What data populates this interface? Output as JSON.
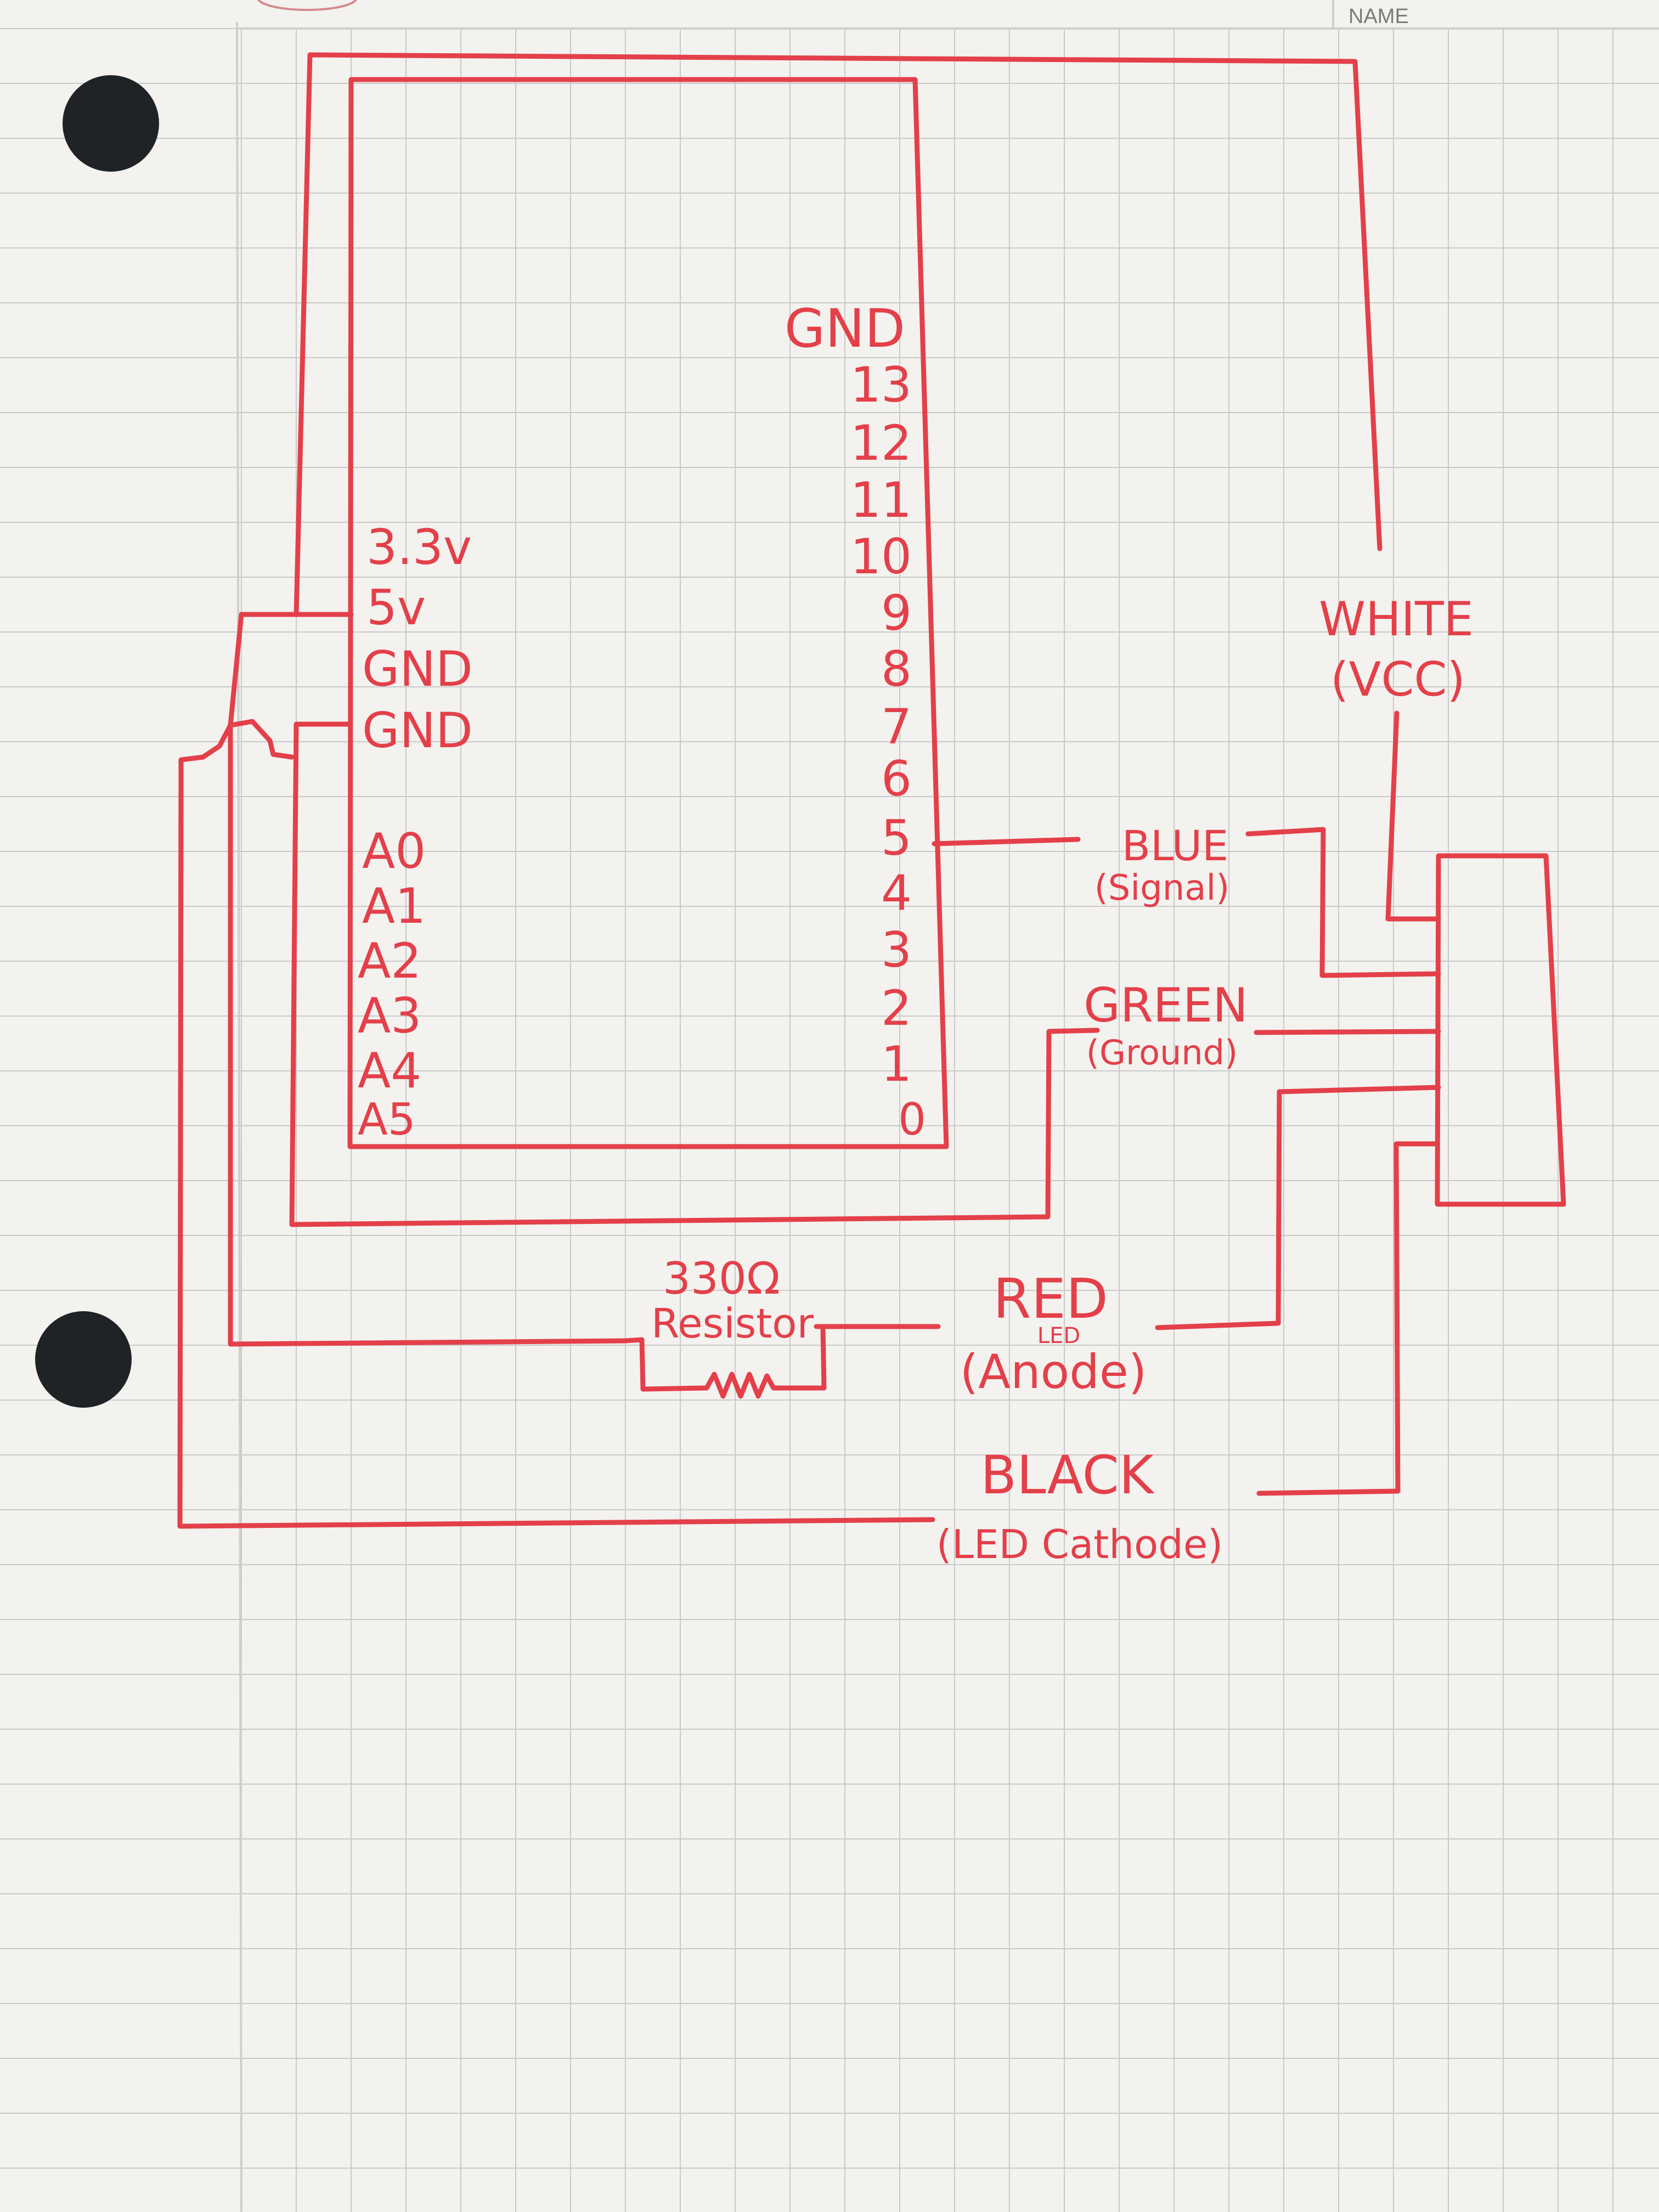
{
  "sheet": {
    "header_label": "NAME",
    "ink_color": "#e3404a",
    "grid_color": "#c9c9c9",
    "paper_color": "#f3f2ef",
    "hole_color": "#1f2326"
  },
  "board": {
    "left_pins": [
      "3.3v",
      "5v",
      "GND",
      "GND",
      "A0",
      "A1",
      "A2",
      "A3",
      "A4",
      "A5"
    ],
    "right_pins": [
      "GND",
      "13",
      "12",
      "11",
      "10",
      "9",
      "8",
      "7",
      "6",
      "5",
      "4",
      "3",
      "2",
      "1",
      "0"
    ]
  },
  "wires": {
    "white": {
      "label": "WHITE",
      "sub": "(VCC)"
    },
    "blue": {
      "label": "BLUE",
      "sub": "(Signal)"
    },
    "green": {
      "label": "GREEN",
      "sub": "(Ground)"
    },
    "red": {
      "label": "RED",
      "note": "LED",
      "sub": "(Anode)"
    },
    "black": {
      "label": "BLACK",
      "sub": "(LED Cathode)"
    }
  },
  "resistor": {
    "value": "330Ω",
    "label": "Resistor"
  }
}
